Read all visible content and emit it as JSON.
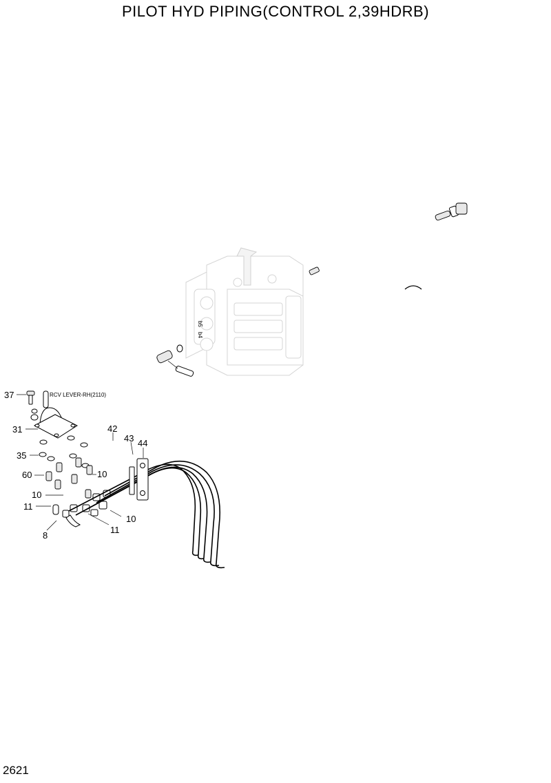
{
  "title": "PILOT HYD PIPING(CONTROL 2,39HDRB)",
  "page_number": "2621",
  "valve_markings": [
    "b5",
    "b4"
  ],
  "callouts": {
    "c37": "37",
    "rcv_lever": "RCV LEVER-RH(2110)",
    "c31": "31",
    "c35": "35",
    "c60": "60",
    "c10_left": "10",
    "c11_left": "11",
    "c8": "8",
    "c42": "42",
    "c43": "43",
    "c44": "44",
    "c10_upper": "10",
    "c10_lower": "10",
    "c11_lower": "11"
  }
}
